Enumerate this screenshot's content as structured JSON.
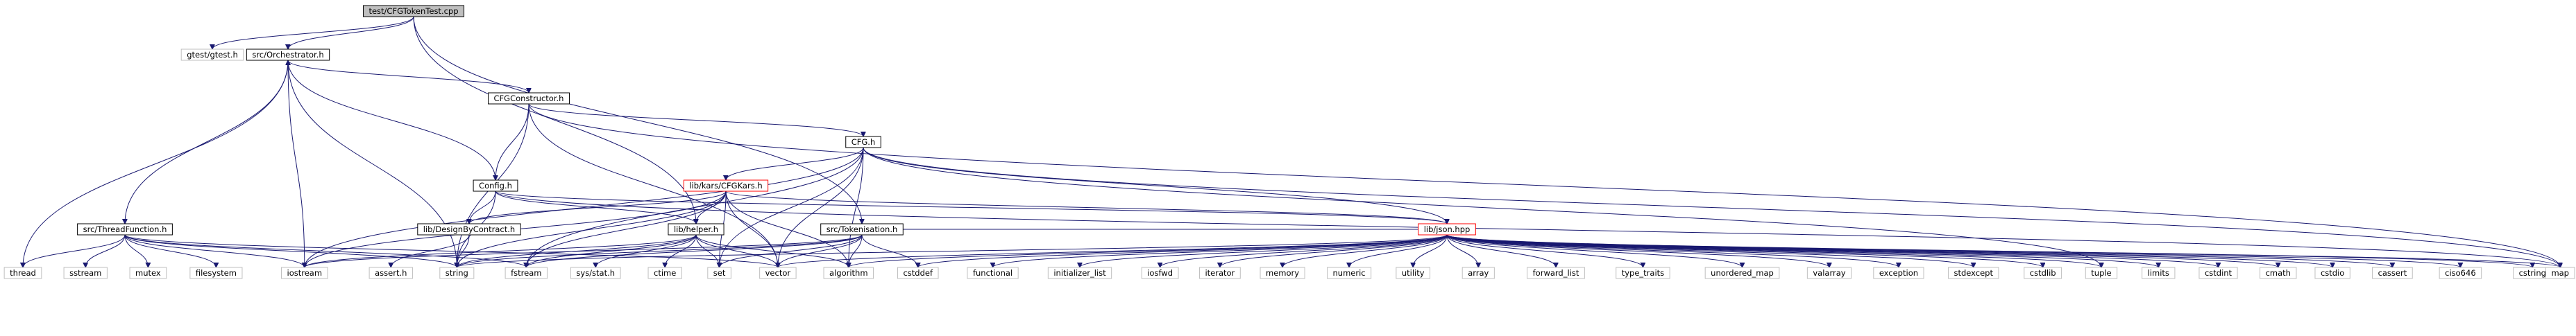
{
  "graph": {
    "nodes": [
      {
        "id": "root",
        "label": "test/CFGTokenTest.cpp",
        "style": "root",
        "interactable": false
      },
      {
        "id": "gtest",
        "label": "gtest/gtest.h",
        "style": "missing",
        "interactable": false
      },
      {
        "id": "orchestrator",
        "label": "src/Orchestrator.h",
        "style": "normal",
        "interactable": true
      },
      {
        "id": "cfgconstructor",
        "label": "CFGConstructor.h",
        "style": "normal",
        "interactable": true
      },
      {
        "id": "cfg",
        "label": "CFG.h",
        "style": "normal",
        "interactable": true
      },
      {
        "id": "config",
        "label": "Config.h",
        "style": "normal",
        "interactable": true
      },
      {
        "id": "cfgkars",
        "label": "lib/kars/CFGKars.h",
        "style": "highlight",
        "interactable": true
      },
      {
        "id": "designbycontract",
        "label": "lib/DesignByContract.h",
        "style": "normal",
        "interactable": true
      },
      {
        "id": "helper",
        "label": "lib/helper.h",
        "style": "normal",
        "interactable": true
      },
      {
        "id": "tokenisation",
        "label": "src/Tokenisation.h",
        "style": "normal",
        "interactable": true
      },
      {
        "id": "threadfunction",
        "label": "src/ThreadFunction.h",
        "style": "normal",
        "interactable": true
      },
      {
        "id": "json",
        "label": "lib/json.hpp",
        "style": "highlight",
        "interactable": true
      },
      {
        "id": "thread",
        "label": "thread",
        "style": "missing",
        "interactable": false
      },
      {
        "id": "sstream",
        "label": "sstream",
        "style": "missing",
        "interactable": false
      },
      {
        "id": "mutex",
        "label": "mutex",
        "style": "missing",
        "interactable": false
      },
      {
        "id": "filesystem",
        "label": "filesystem",
        "style": "missing",
        "interactable": false
      },
      {
        "id": "iostream",
        "label": "iostream",
        "style": "missing",
        "interactable": false
      },
      {
        "id": "asserth",
        "label": "assert.h",
        "style": "missing",
        "interactable": false
      },
      {
        "id": "string",
        "label": "string",
        "style": "missing",
        "interactable": false
      },
      {
        "id": "fstream",
        "label": "fstream",
        "style": "missing",
        "interactable": false
      },
      {
        "id": "sysstat",
        "label": "sys/stat.h",
        "style": "missing",
        "interactable": false
      },
      {
        "id": "ctime",
        "label": "ctime",
        "style": "missing",
        "interactable": false
      },
      {
        "id": "set",
        "label": "set",
        "style": "missing",
        "interactable": false
      },
      {
        "id": "vector",
        "label": "vector",
        "style": "missing",
        "interactable": false
      },
      {
        "id": "algorithm",
        "label": "algorithm",
        "style": "missing",
        "interactable": false
      },
      {
        "id": "cstddef",
        "label": "cstddef",
        "style": "missing",
        "interactable": false
      },
      {
        "id": "functional",
        "label": "functional",
        "style": "missing",
        "interactable": false
      },
      {
        "id": "initializer_list",
        "label": "initializer_list",
        "style": "missing",
        "interactable": false
      },
      {
        "id": "iosfwd",
        "label": "iosfwd",
        "style": "missing",
        "interactable": false
      },
      {
        "id": "iterator",
        "label": "iterator",
        "style": "missing",
        "interactable": false
      },
      {
        "id": "memory",
        "label": "memory",
        "style": "missing",
        "interactable": false
      },
      {
        "id": "numeric",
        "label": "numeric",
        "style": "missing",
        "interactable": false
      },
      {
        "id": "utility",
        "label": "utility",
        "style": "missing",
        "interactable": false
      },
      {
        "id": "array",
        "label": "array",
        "style": "missing",
        "interactable": false
      },
      {
        "id": "forward_list",
        "label": "forward_list",
        "style": "missing",
        "interactable": false
      },
      {
        "id": "type_traits",
        "label": "type_traits",
        "style": "missing",
        "interactable": false
      },
      {
        "id": "unordered_map",
        "label": "unordered_map",
        "style": "missing",
        "interactable": false
      },
      {
        "id": "valarray",
        "label": "valarray",
        "style": "missing",
        "interactable": false
      },
      {
        "id": "exception",
        "label": "exception",
        "style": "missing",
        "interactable": false
      },
      {
        "id": "stdexcept",
        "label": "stdexcept",
        "style": "missing",
        "interactable": false
      },
      {
        "id": "cstdlib",
        "label": "cstdlib",
        "style": "missing",
        "interactable": false
      },
      {
        "id": "tuple",
        "label": "tuple",
        "style": "missing",
        "interactable": false
      },
      {
        "id": "limits",
        "label": "limits",
        "style": "missing",
        "interactable": false
      },
      {
        "id": "cstdint",
        "label": "cstdint",
        "style": "missing",
        "interactable": false
      },
      {
        "id": "cmath",
        "label": "cmath",
        "style": "missing",
        "interactable": false
      },
      {
        "id": "cstdio",
        "label": "cstdio",
        "style": "missing",
        "interactable": false
      },
      {
        "id": "cassert",
        "label": "cassert",
        "style": "missing",
        "interactable": false
      },
      {
        "id": "ciso646",
        "label": "ciso646",
        "style": "missing",
        "interactable": false
      },
      {
        "id": "cstring",
        "label": "cstring",
        "style": "missing",
        "interactable": false
      },
      {
        "id": "map",
        "label": "map",
        "style": "missing",
        "interactable": false
      }
    ],
    "edges": [
      [
        "root",
        "gtest"
      ],
      [
        "root",
        "orchestrator"
      ],
      [
        "root",
        "helper"
      ],
      [
        "root",
        "tokenisation"
      ],
      [
        "orchestrator",
        "cfgconstructor"
      ],
      [
        "orchestrator",
        "threadfunction"
      ],
      [
        "orchestrator",
        "thread"
      ],
      [
        "orchestrator",
        "iostream"
      ],
      [
        "orchestrator",
        "string"
      ],
      [
        "cfgconstructor",
        "cfg"
      ],
      [
        "cfgconstructor",
        "config"
      ],
      [
        "cfgconstructor",
        "string"
      ],
      [
        "cfgconstructor",
        "vector"
      ],
      [
        "cfgconstructor",
        "map"
      ],
      [
        "cfg",
        "cfgkars"
      ],
      [
        "cfg",
        "json"
      ],
      [
        "cfg",
        "iostream"
      ],
      [
        "cfg",
        "fstream"
      ],
      [
        "cfg",
        "set"
      ],
      [
        "cfg",
        "vector"
      ],
      [
        "cfg",
        "algorithm"
      ],
      [
        "cfg",
        "tuple"
      ],
      [
        "cfg",
        "map"
      ],
      [
        "config",
        "orchestrator"
      ],
      [
        "config",
        "designbycontract"
      ],
      [
        "config",
        "helper"
      ],
      [
        "config",
        "json"
      ],
      [
        "config",
        "string"
      ],
      [
        "config",
        "map"
      ],
      [
        "cfgkars",
        "designbycontract"
      ],
      [
        "cfgkars",
        "helper"
      ],
      [
        "cfgkars",
        "json"
      ],
      [
        "cfgkars",
        "iostream"
      ],
      [
        "cfgkars",
        "fstream"
      ],
      [
        "cfgkars",
        "set"
      ],
      [
        "cfgkars",
        "string"
      ],
      [
        "cfgkars",
        "vector"
      ],
      [
        "cfgkars",
        "algorithm"
      ],
      [
        "designbycontract",
        "asserth"
      ],
      [
        "designbycontract",
        "string"
      ],
      [
        "helper",
        "iostream"
      ],
      [
        "helper",
        "string"
      ],
      [
        "helper",
        "fstream"
      ],
      [
        "helper",
        "sysstat"
      ],
      [
        "helper",
        "ctime"
      ],
      [
        "helper",
        "set"
      ],
      [
        "helper",
        "vector"
      ],
      [
        "helper",
        "algorithm"
      ],
      [
        "tokenisation",
        "json"
      ],
      [
        "tokenisation",
        "iostream"
      ],
      [
        "tokenisation",
        "string"
      ],
      [
        "tokenisation",
        "fstream"
      ],
      [
        "tokenisation",
        "set"
      ],
      [
        "tokenisation",
        "vector"
      ],
      [
        "tokenisation",
        "algorithm"
      ],
      [
        "tokenisation",
        "cstddef"
      ],
      [
        "threadfunction",
        "thread"
      ],
      [
        "threadfunction",
        "sstream"
      ],
      [
        "threadfunction",
        "mutex"
      ],
      [
        "threadfunction",
        "filesystem"
      ],
      [
        "threadfunction",
        "iostream"
      ],
      [
        "threadfunction",
        "string"
      ],
      [
        "threadfunction",
        "fstream"
      ],
      [
        "threadfunction",
        "vector"
      ],
      [
        "json",
        "string"
      ],
      [
        "json",
        "vector"
      ],
      [
        "json",
        "algorithm"
      ],
      [
        "json",
        "cstddef"
      ],
      [
        "json",
        "functional"
      ],
      [
        "json",
        "initializer_list"
      ],
      [
        "json",
        "iosfwd"
      ],
      [
        "json",
        "iterator"
      ],
      [
        "json",
        "memory"
      ],
      [
        "json",
        "numeric"
      ],
      [
        "json",
        "utility"
      ],
      [
        "json",
        "array"
      ],
      [
        "json",
        "forward_list"
      ],
      [
        "json",
        "type_traits"
      ],
      [
        "json",
        "unordered_map"
      ],
      [
        "json",
        "valarray"
      ],
      [
        "json",
        "exception"
      ],
      [
        "json",
        "stdexcept"
      ],
      [
        "json",
        "cstdlib"
      ],
      [
        "json",
        "tuple"
      ],
      [
        "json",
        "limits"
      ],
      [
        "json",
        "cstdint"
      ],
      [
        "json",
        "cmath"
      ],
      [
        "json",
        "cstdio"
      ],
      [
        "json",
        "cassert"
      ],
      [
        "json",
        "ciso646"
      ],
      [
        "json",
        "cstring"
      ],
      [
        "json",
        "map"
      ]
    ]
  },
  "colors": {
    "edge": "#191970",
    "root_fill": "#bfbfbf",
    "missing_border": "#bfbfbf",
    "highlight_border": "#ff0000",
    "normal_border": "#000000"
  }
}
